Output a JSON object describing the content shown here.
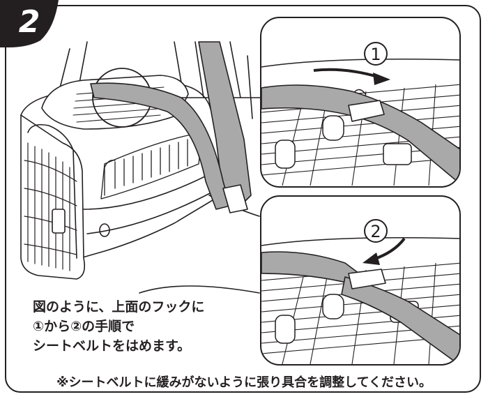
{
  "step": {
    "number": "2"
  },
  "instruction": {
    "lines": [
      "図のように、上面のフックに",
      "①から②の手順で",
      "シートベルトをはめます。"
    ]
  },
  "note": "※シートベルトに緩みがないように張り具合を調整してください。",
  "insets": [
    {
      "marker": "1"
    },
    {
      "marker": "2"
    }
  ],
  "colors": {
    "ink": "#231f20",
    "belt": "#a9a9a9",
    "paper": "#ffffff"
  }
}
